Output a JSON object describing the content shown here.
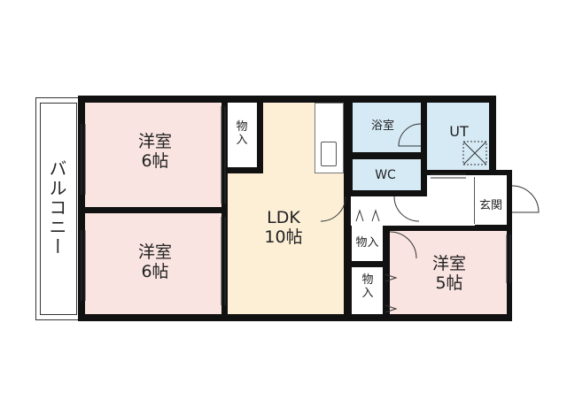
{
  "rooms": {
    "balcony": "バルコニー",
    "bedroom1": {
      "name": "洋室",
      "size": "6帖"
    },
    "bedroom2": {
      "name": "洋室",
      "size": "6帖"
    },
    "bedroom3": {
      "name": "洋室",
      "size": "5帖"
    },
    "ldk": {
      "name": "LDK",
      "size": "10帖"
    },
    "closet1": "物入",
    "closet2": "物入",
    "closet3": "物入",
    "bath": "浴室",
    "utility": "UT",
    "toilet": "WC",
    "entrance": "玄関"
  },
  "colors": {
    "bedroom": "#f9e4e1",
    "ldk": "#fcefd6",
    "wet_area": "#d6eaf6",
    "wall": "#111111"
  }
}
